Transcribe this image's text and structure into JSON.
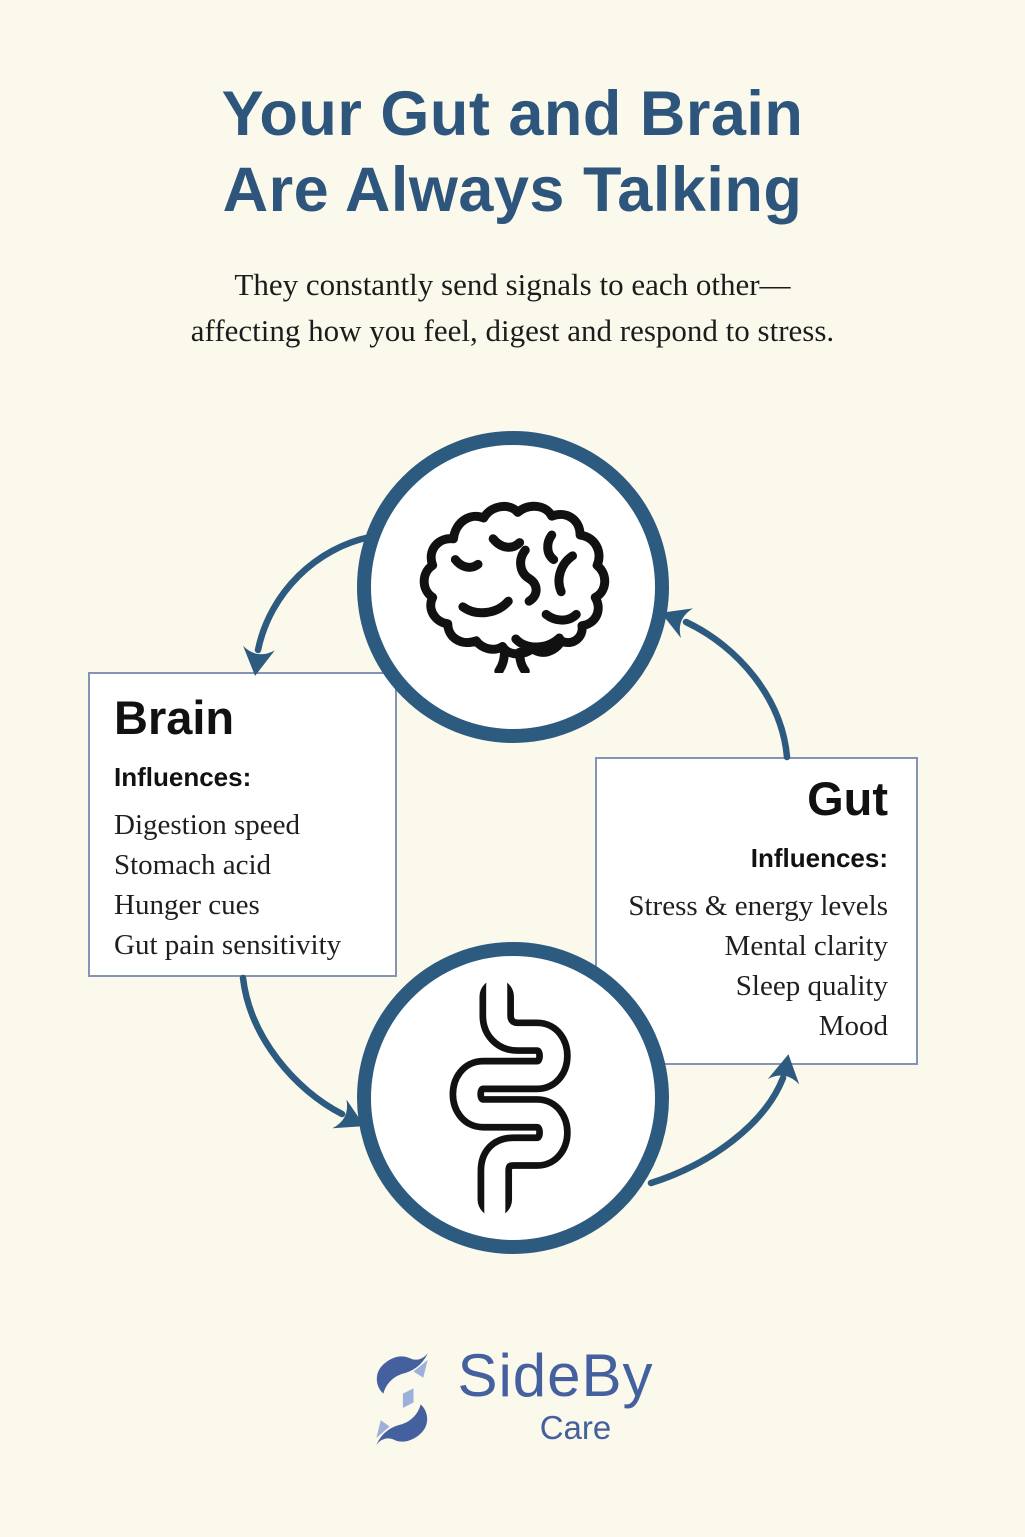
{
  "title": {
    "line1": "Your Gut and Brain",
    "line2": "Are Always Talking"
  },
  "subtitle": {
    "line1": "They constantly send signals to each other—",
    "line2": "affecting how you feel, digest and respond to stress."
  },
  "brain_card": {
    "heading": "Brain",
    "subheading": "Influences:",
    "items": [
      "Digestion speed",
      "Stomach acid",
      "Hunger cues",
      "Gut pain sensitivity"
    ]
  },
  "gut_card": {
    "heading": "Gut",
    "subheading": "Influences:",
    "items": [
      "Stress & energy levels",
      "Mental clarity",
      "Sleep quality",
      "Mood"
    ]
  },
  "icons": {
    "brain": "brain-icon",
    "gut": "intestine-icon",
    "arrows": "cycle-arrows"
  },
  "logo": {
    "name": "SideBy",
    "sub": "Care"
  },
  "colors": {
    "background": "#fbf9ec",
    "title_blue": "#2e567d",
    "accent_blue": "#2d5b80",
    "card_border": "#8494b2",
    "icon_black": "#111111",
    "logo_blue": "#44609e",
    "logo_light_blue": "#9db0dc"
  }
}
